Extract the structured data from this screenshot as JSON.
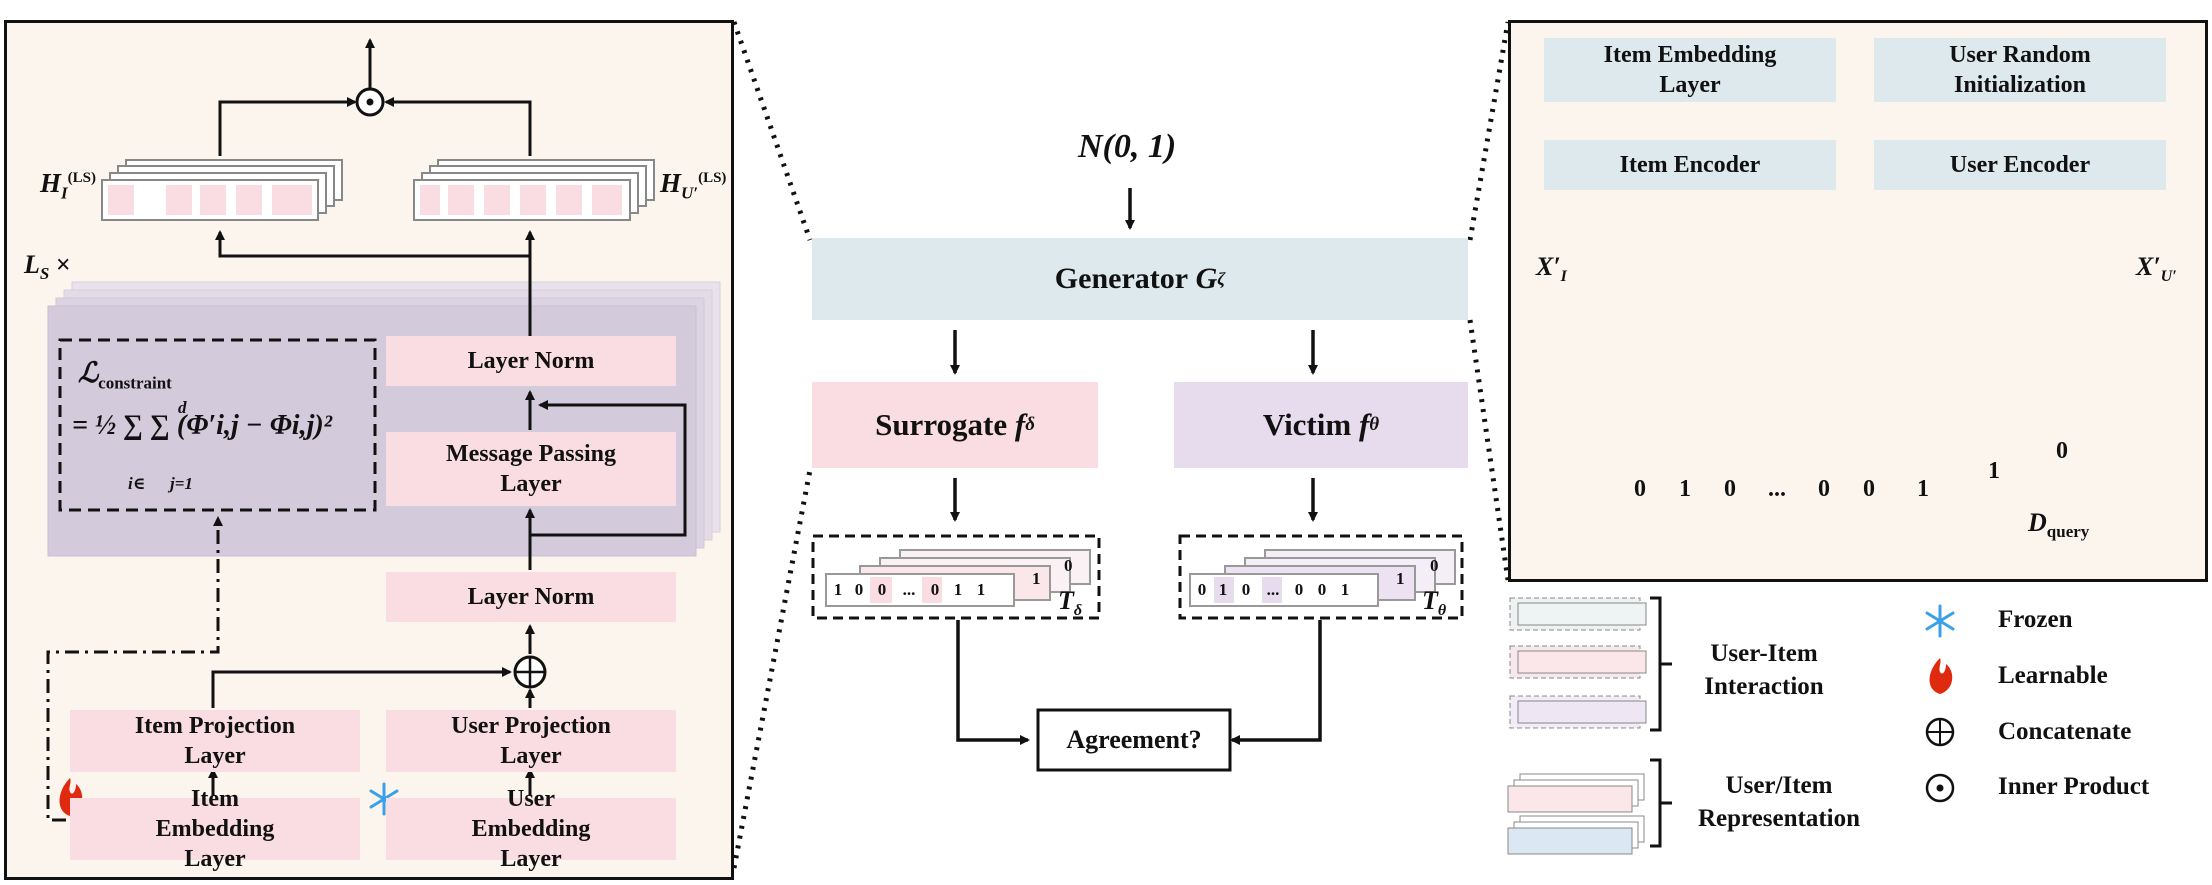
{
  "left_panel": {
    "repeat_label": "L",
    "repeat_sub": "S",
    "repeat_times": "×",
    "h_item_label": "H",
    "h_item_sub": "I",
    "h_item_sup": "(LS)",
    "h_user_label": "H",
    "h_user_sub": "U′",
    "h_user_sup": "(LS)",
    "constraint_main": "ℒ",
    "constraint_sub": "constraint",
    "constraint_eq": "= ½ ∑ ∑ (Φ′i,j − Φi,j)²",
    "constraint_sum1_sub": "i∈",
    "constraint_sum2_sub": "j=1",
    "constraint_sum2_sup": "d",
    "layer_norm_top": "Layer Norm",
    "message_passing": "Message Passing Layer",
    "layer_norm_bottom": "Layer Norm",
    "item_projection": "Item Projection Layer",
    "user_projection": "User Projection Layer",
    "item_embedding": "Item Embedding Layer",
    "user_embedding": "User Embedding Layer"
  },
  "center": {
    "noise": "N(0, 1)",
    "generator": "Generator",
    "generator_sym": "G",
    "generator_sub": "ζ",
    "surrogate": "Surrogate",
    "surrogate_sym": "f",
    "surrogate_sub": "δ",
    "victim": "Victim",
    "victim_sym": "f",
    "victim_sub": "θ",
    "t_delta": "T",
    "t_delta_sub": "δ",
    "t_theta": "T",
    "t_theta_sub": "θ",
    "agreement": "Agreement?",
    "seq_front": [
      "1",
      "0",
      "0",
      "...",
      "0",
      "1",
      "1"
    ],
    "seq_mid": "1",
    "seq_back": "0",
    "seq_front_victim": [
      "0",
      "1",
      "0",
      "...",
      "0",
      "0",
      "1"
    ]
  },
  "right_panel": {
    "item_embedding": "Item Embedding Layer",
    "user_random": "User Random Initialization",
    "item_encoder": "Item Encoder",
    "user_encoder": "User Encoder",
    "x_item": "X′",
    "x_item_sub": "I",
    "x_user": "X′",
    "x_user_sub": "U′",
    "d_query": "D",
    "d_query_sub": "query",
    "query_front": [
      "0",
      "1",
      "0",
      "...",
      "0",
      "0",
      "1"
    ],
    "query_mid": "1",
    "query_back": "0"
  },
  "legend": {
    "interaction": "User-Item Interaction",
    "representation": "User/Item Representation",
    "frozen": "Frozen",
    "learnable": "Learnable",
    "concatenate": "Concatenate",
    "inner_product": "Inner Product"
  },
  "colors": {
    "pink": "#f9dde2",
    "teal": "#dde9ec",
    "lavender": "#e7dcee",
    "panel_bg": "#fbf5ee",
    "gnn_block": "#cfc5d9",
    "frozen_icon": "#3aa0e8",
    "learnable_icon": "#e02a10"
  },
  "icons": [
    "snowflake-icon",
    "flame-icon",
    "concat-icon",
    "inner-product-icon"
  ]
}
